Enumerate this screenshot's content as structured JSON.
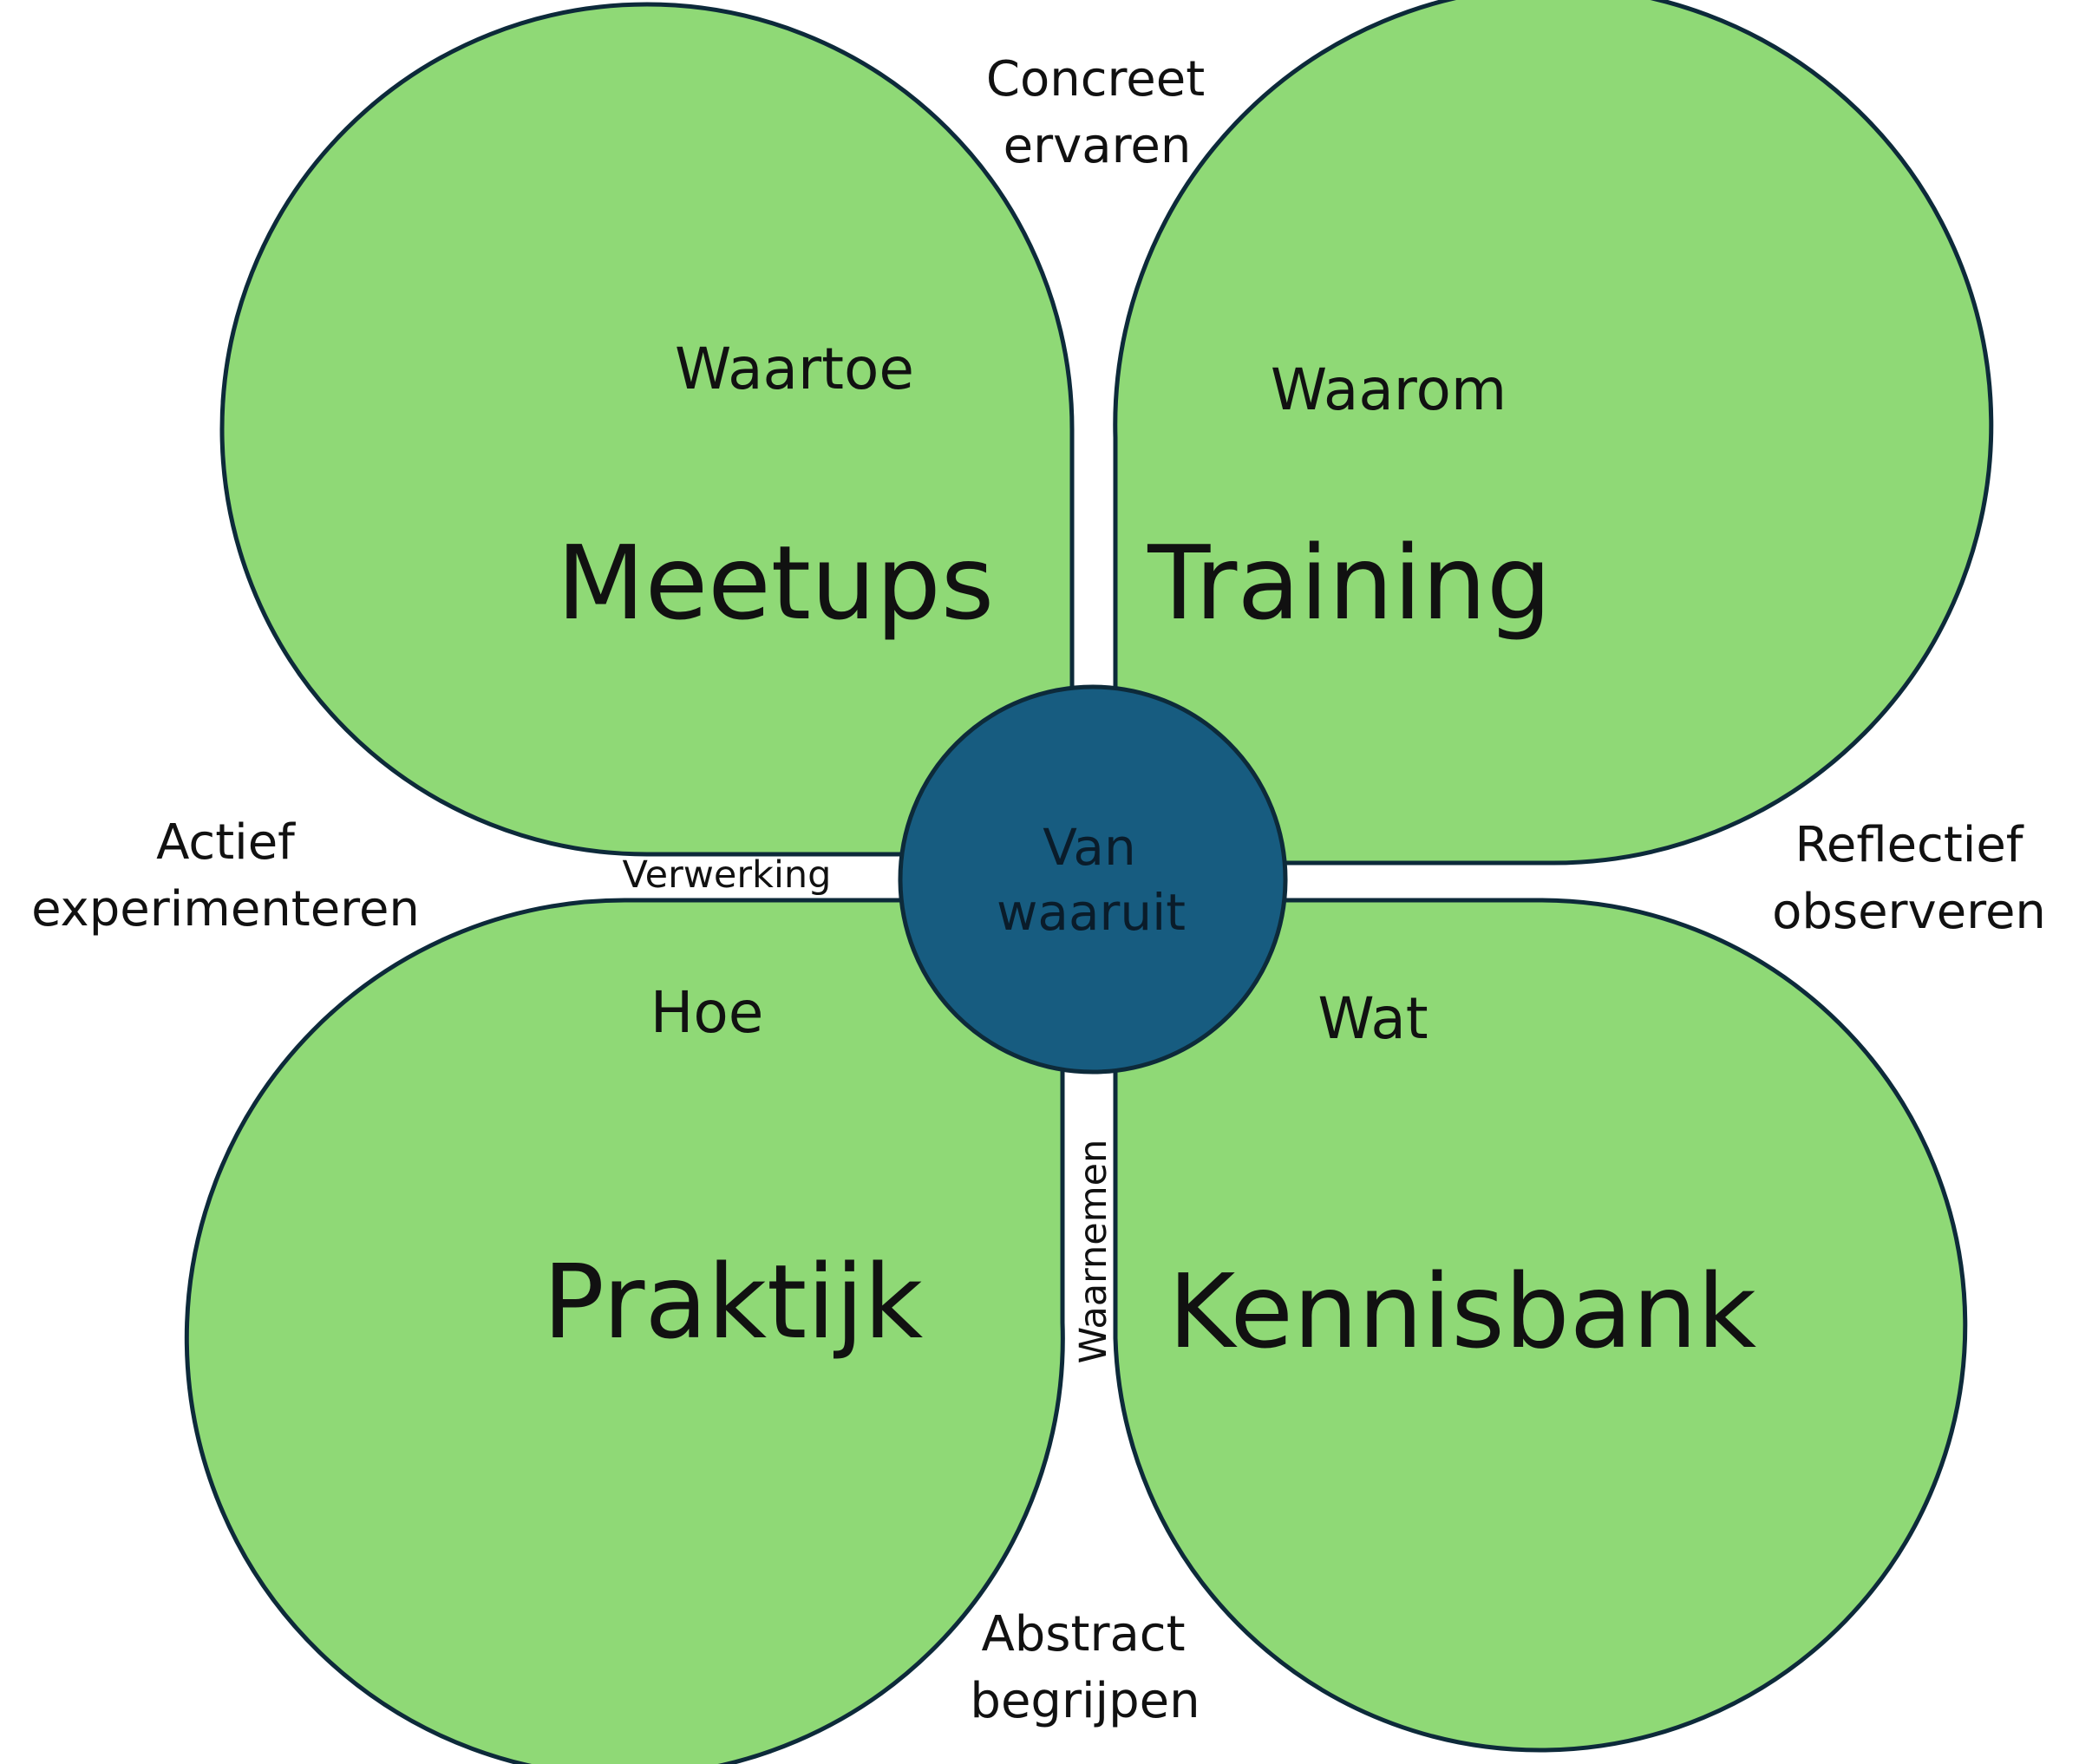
{
  "colors": {
    "petal_fill": "#8fd976",
    "petal_stroke": "#0d2a3a",
    "hub_fill": "#175c80",
    "hub_stroke": "#0d2a3a",
    "text": "#111111",
    "hub_text": "#0a1c2a"
  },
  "center": {
    "line1": "Van",
    "line2": "waaruit"
  },
  "petals": {
    "top_left": {
      "title": "Meetups",
      "question": "Waartoe"
    },
    "top_right": {
      "title": "Training",
      "question": "Waarom"
    },
    "bottom_left": {
      "title": "Praktijk",
      "question": "Hoe"
    },
    "bottom_right": {
      "title": "Kennisbank",
      "question": "Wat"
    }
  },
  "axes": {
    "top": {
      "line1": "Concreet",
      "line2": "ervaren"
    },
    "right": {
      "line1": "Reflectief",
      "line2": "observeren"
    },
    "bottom": {
      "line1": "Abstract",
      "line2": "begrijpen"
    },
    "left": {
      "line1": "Actief",
      "line2": "experimenteren"
    }
  },
  "processes": {
    "horizontal": "Verwerking",
    "vertical": "Waarnemen"
  }
}
